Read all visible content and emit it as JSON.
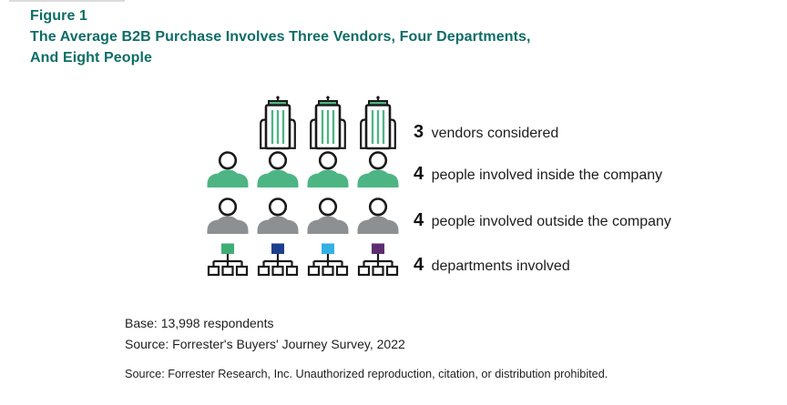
{
  "header": {
    "figure_label": "Figure 1",
    "title_line1": "The Average B2B Purchase Involves Three Vendors, Four Departments,",
    "title_line2": "And Eight People"
  },
  "colors": {
    "title_teal": "#0d6d66",
    "green": "#4db584",
    "org_green": "#3fae75",
    "gray": "#8d9093",
    "navy": "#1d3e8d",
    "light_blue": "#33b1e4",
    "purple": "#5c2e71",
    "icon_outline": "#1a1a1a"
  },
  "chart_data": {
    "type": "pictogram",
    "title": "The Average B2B Purchase Involves Three Vendors, Four Departments, And Eight People",
    "rows": [
      {
        "icon": "building",
        "icon_count": 3,
        "display": "3",
        "value": 3,
        "label": "vendors considered",
        "color": "#4db584"
      },
      {
        "icon": "person",
        "icon_count": 4,
        "display": "4",
        "value": 4,
        "label": "people involved inside the company",
        "color": "#4db584"
      },
      {
        "icon": "person",
        "icon_count": 4,
        "display": "4",
        "value": 4,
        "label": "people involved outside the company",
        "color": "#8d9093"
      },
      {
        "icon": "org-chart",
        "icon_count": 4,
        "display": "4",
        "value": 4,
        "label": "departments involved",
        "colors": [
          "#3fae75",
          "#1d3e8d",
          "#33b1e4",
          "#5c2e71"
        ]
      }
    ]
  },
  "footer": {
    "base": "Base: 13,998 respondents",
    "source": "Source: Forrester's Buyers' Journey Survey, 2022",
    "disclaimer": "Source: Forrester Research, Inc. Unauthorized reproduction, citation, or distribution prohibited."
  }
}
